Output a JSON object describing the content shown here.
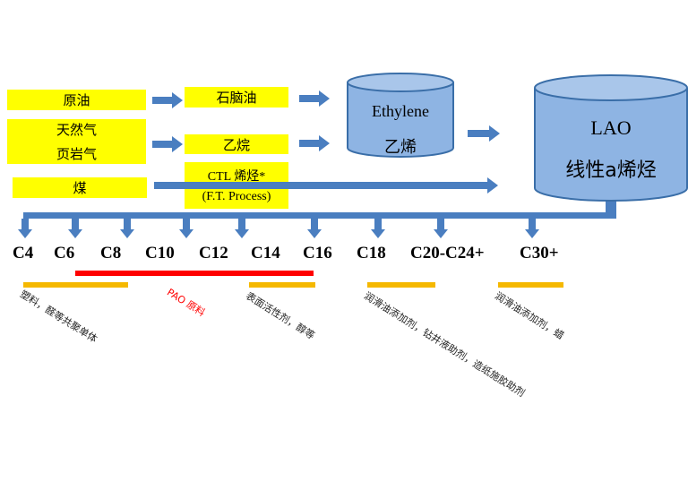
{
  "sources": {
    "crude_oil": "原油",
    "natural_gas": "天然气",
    "shale_gas": "页岩气",
    "coal": "煤"
  },
  "intermediates": {
    "naphtha": "石脑油",
    "ethane": "乙烷",
    "ctl_olefin": "CTL 烯烃*",
    "ft_process": "(F.T. Process)"
  },
  "ethylene": {
    "en": "Ethylene",
    "cn": "乙烯"
  },
  "lao": {
    "en": "LAO",
    "cn": "线性a烯烃"
  },
  "carbon_labels": [
    "C4",
    "C6",
    "C8",
    "C10",
    "C12",
    "C14",
    "C16",
    "C18",
    "C20-C24+",
    "C30+"
  ],
  "applications": {
    "plastics": "塑料，醛等共聚单体",
    "pao": "PAO 原料",
    "surfactants": "表面活性剂，醇等",
    "lubricant_additives": "润滑油添加剂，钻井液助剂，造纸施胶助剂",
    "lubricant_wax": "润滑油添加剂，蜡"
  },
  "colors": {
    "source_fill": "#ffff00",
    "arrow_blue": "#4a7ec0",
    "cylinder_fill": "#8eb4e3",
    "pao_red": "#ff0000",
    "range_orange": "#f5b800"
  }
}
